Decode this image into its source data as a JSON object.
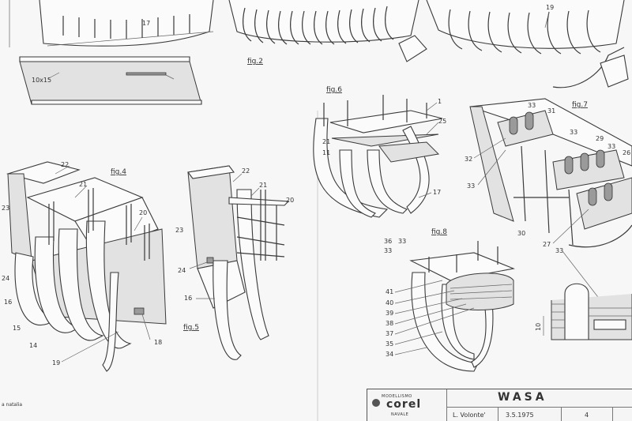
{
  "figures": {
    "fig2": "fig.2",
    "fig4": "fig.4",
    "fig5": "fig.5",
    "fig6": "fig.6",
    "fig7": "fig.7",
    "fig8": "fig.8"
  },
  "labels": {
    "fig1": [
      "17",
      "10x15"
    ],
    "fig_top_right": [
      "19"
    ],
    "fig4": [
      "22",
      "21",
      "20",
      "23",
      "24",
      "16",
      "15",
      "14",
      "19",
      "18"
    ],
    "fig5": [
      "22",
      "21",
      "20",
      "23",
      "24",
      "16"
    ],
    "fig6": [
      "1",
      "25",
      "21",
      "11",
      "17"
    ],
    "fig7": [
      "33",
      "31",
      "33",
      "29",
      "33",
      "26",
      "32",
      "33",
      "30",
      "27",
      "33"
    ],
    "fig8": [
      "36",
      "33",
      "33",
      "41",
      "40",
      "39",
      "38",
      "37",
      "35",
      "34"
    ],
    "fig9": [
      "10"
    ]
  },
  "title_block": {
    "brand_line1": "MODELLISMO",
    "brand_name": "corel",
    "brand_line2": "NAVALE",
    "ship_name": "WASA",
    "drawn_by": "L. Volonte'",
    "date": "3.5.1975",
    "sheet_no": "4"
  },
  "footer_note": "a natalia"
}
